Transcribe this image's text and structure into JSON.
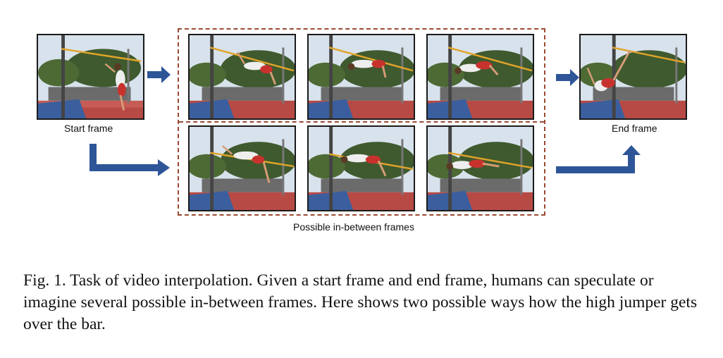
{
  "labels": {
    "start": "Start frame",
    "end": "End frame",
    "middle": "Possible in-between frames"
  },
  "caption": "Fig. 1.  Task of video interpolation. Given a start frame and end frame, humans can speculate or imagine several possible in-between frames. Here shows two possible ways how the high jumper gets over the bar.",
  "frames": [
    {
      "id": "start",
      "jump_phase": "takeoff"
    },
    {
      "id": "path1-a",
      "jump_phase": "flight-1"
    },
    {
      "id": "path1-b",
      "jump_phase": "flight-2"
    },
    {
      "id": "path1-c",
      "jump_phase": "flight-3"
    },
    {
      "id": "path2-a",
      "jump_phase": "flight-1"
    },
    {
      "id": "path2-b",
      "jump_phase": "flight-2"
    },
    {
      "id": "path2-c",
      "jump_phase": "flight-3"
    },
    {
      "id": "end",
      "jump_phase": "clearance"
    }
  ],
  "colors": {
    "arrow": "#2e5597",
    "dashed_border": "#9a4a32",
    "frame_border": "#1a1a1a"
  }
}
